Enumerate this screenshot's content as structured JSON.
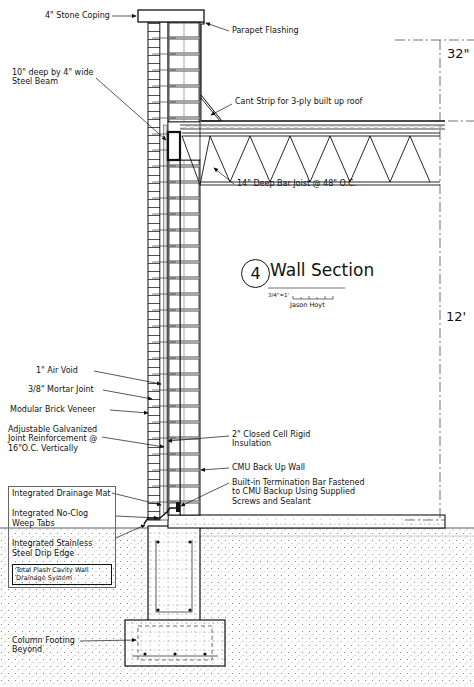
{
  "diagram": {
    "nodes": [
      {
        "text": [
          "Integrated Drainage Mat",
          "Integrated No-Clog Weep Tabs",
          "Integrated Stainless Steel Drip Edge"
        ]
      },
      {
        "text": [
          "Total Flash Cavity Wall Drainage System"
        ],
        "in": 0
      },
      {
        "text": [
          "4"
        ]
      }
    ],
    "edges": [],
    "labels": [
      "4\" Stone Coping",
      "Parapet Flashing",
      "32\"",
      "Cant Strip for 3-ply built up roof",
      "10\" deep by 4\" wide Steel Beam",
      "14\" Deep Bar Joist @ 48\" O.C.",
      "Wall Section",
      "3/4\"=1'",
      "Jason Hoyt",
      "12'",
      "1\" Air Void",
      "3/8\" Mortar Joint",
      "Modular Brick Veneer",
      "Adjustable Galvanized Joint Reinforcement @ 16\"O.C. Vertically",
      "2\" Closed Cell Rigid Insulation",
      "CMU Back Up Wall",
      "Built-in Termination Bar Fastened to CMU Backup Using Supplied Screws and Sealant",
      "Column Footing Beyond"
    ]
  }
}
